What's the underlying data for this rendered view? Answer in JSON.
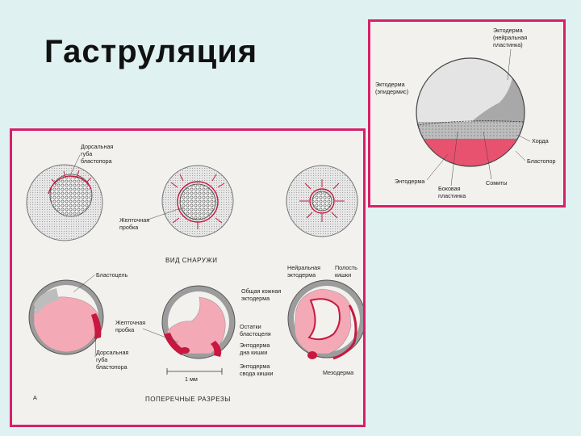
{
  "slide": {
    "title": "Гаструляция"
  },
  "gastrulation_panel": {
    "outside_view": {
      "caption": "ВИД СНАРУЖИ",
      "labels": {
        "dorsal_lip": [
          "Дорсальная",
          "губа",
          "бластопора"
        ],
        "yolk_plug": [
          "Желточная",
          "пробка"
        ]
      }
    },
    "cross_sections": {
      "caption": "ПОПЕРЕЧНЫЕ РАЗРЕЗЫ",
      "panel_letter": "A",
      "scale_bar": "1 мм",
      "labels": {
        "blastocoel": "Бластоцель",
        "yolk_plug": [
          "Желточная",
          "пробка"
        ],
        "dorsal_lip": [
          "Дорсальная",
          "губа",
          "бластопора"
        ],
        "neural_ectoderm": [
          "Нейральная",
          "эктодерма"
        ],
        "gut_cavity": [
          "Полость",
          "кишки"
        ],
        "skin_ectoderm": [
          "Общая кожная",
          "эктодерма"
        ],
        "blastocoel_remnants": [
          "Остатки",
          "бластоцеля"
        ],
        "gut_floor_endoderm": [
          "Энтодерма",
          "дна кишки"
        ],
        "gut_roof_endoderm": [
          "Энтодерма",
          "свода кишки"
        ],
        "mesoderm": "Мезодерма"
      }
    }
  },
  "frog_panel": {
    "labels": {
      "neural_plate_ectoderm": [
        "Эктодерма",
        "(нейральная",
        "пластинка)"
      ],
      "epidermis_ectoderm": [
        "Эктодерма",
        "(эпидермис)"
      ],
      "notochord": "Хорда",
      "blastopore": "Бластопор",
      "endoderm": "Энтодерма",
      "lateral_plate": [
        "Боковая",
        "пластинка"
      ],
      "somites": "Сомиты"
    }
  },
  "colors": {
    "frame": "#d81f6a",
    "mesoderm_pink": "#f4a9b6",
    "endoderm_pink": "#e8526e",
    "ectoderm_gray": "#9c9c9c",
    "background": "#dff1f0"
  }
}
